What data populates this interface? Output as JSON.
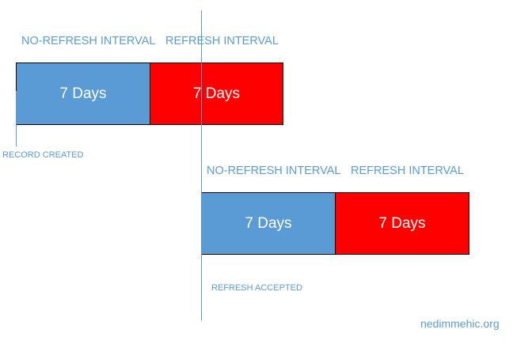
{
  "colors": {
    "no_refresh": "#5b9bd5",
    "refresh": "#ff0000",
    "label": "#5b9bd5",
    "marker_line": "#5b9bd5"
  },
  "top_row": {
    "no_refresh_label": "NO-REFRESH INTERVAL",
    "refresh_label": "REFRESH INTERVAL",
    "no_refresh_value": "7 Days",
    "refresh_value": "7 Days",
    "event_label": "RECORD CREATED"
  },
  "bottom_row": {
    "no_refresh_label": "NO-REFRESH INTERVAL",
    "refresh_label": "REFRESH INTERVAL",
    "no_refresh_value": "7 Days",
    "refresh_value": "7 Days",
    "event_label": "REFRESH ACCEPTED"
  },
  "watermark": "nedimmehic.org"
}
